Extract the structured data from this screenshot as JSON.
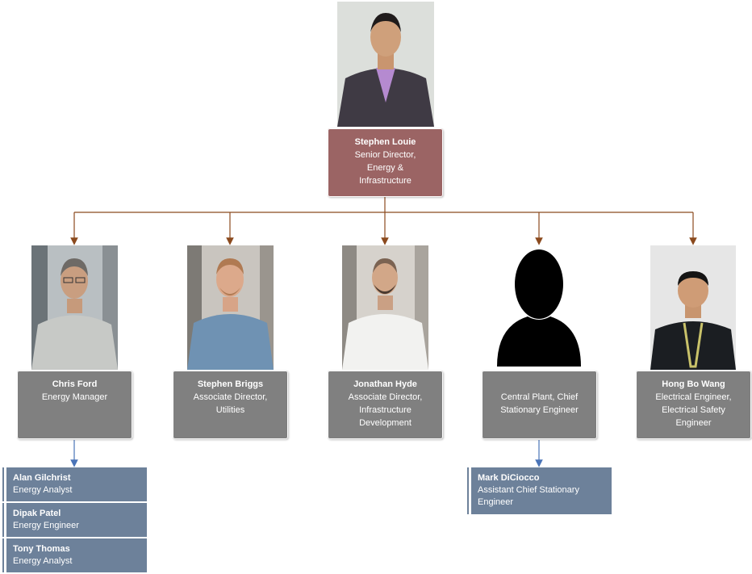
{
  "director": {
    "name": "Stephen Louie",
    "title_lines": [
      "Senior Director,",
      "Energy &",
      "Infrastructure"
    ]
  },
  "managers": [
    {
      "name": "Chris Ford",
      "title_lines": [
        "Energy Manager"
      ]
    },
    {
      "name": "Stephen Briggs",
      "title_lines": [
        "Associate Director,",
        "Utilities"
      ]
    },
    {
      "name": "Jonathan Hyde",
      "title_lines": [
        "Associate Director,",
        "Infrastructure",
        "Development"
      ]
    },
    {
      "name": "",
      "title_lines": [
        "Central Plant, Chief",
        "Stationary Engineer"
      ]
    },
    {
      "name": "Hong Bo Wang",
      "title_lines": [
        "Electrical Engineer,",
        "Electrical Safety",
        "Engineer"
      ]
    }
  ],
  "energy_team": [
    {
      "name": "Alan Gilchrist",
      "title": "Energy Analyst"
    },
    {
      "name": "Dipak Patel",
      "title": "Energy Engineer"
    },
    {
      "name": "Tony Thomas",
      "title": "Energy Analyst"
    }
  ],
  "plant_team": [
    {
      "name": "Mark DiCiocco",
      "title_lines": [
        "Assistant Chief Stationary",
        "Engineer"
      ]
    }
  ],
  "colors": {
    "director_card": "#9b6464",
    "manager_card": "#808080",
    "staff_card": "#6d819a",
    "connector_top": "#8b4a1e",
    "connector_sub": "#4a74b8"
  },
  "icons": {
    "vacant_position": "person-silhouette-icon"
  }
}
